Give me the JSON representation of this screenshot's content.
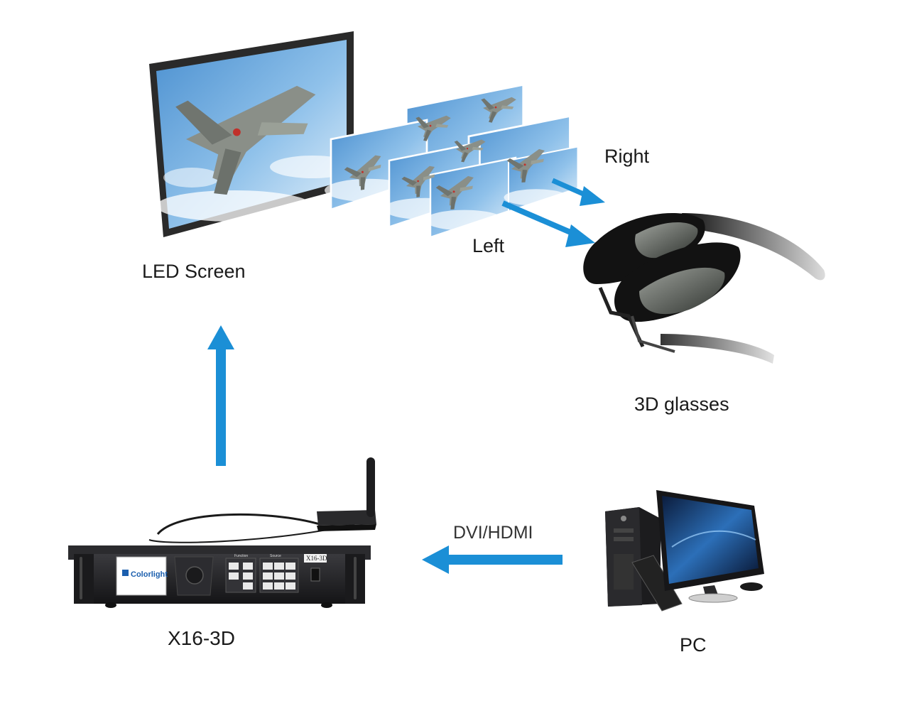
{
  "labels": {
    "led_screen": "LED Screen",
    "right": "Right",
    "left": "Left",
    "glasses": "3D glasses",
    "processor": "X16-3D",
    "pc": "PC",
    "signal": "DVI/HDMI"
  },
  "device": {
    "brand": "Colorlight",
    "model": "X16-3D",
    "function_header": "Function",
    "source_header": "Source"
  },
  "colors": {
    "arrow": "#1b8fd6",
    "text": "#1a1a1a",
    "device_body": "#1f1f22"
  }
}
